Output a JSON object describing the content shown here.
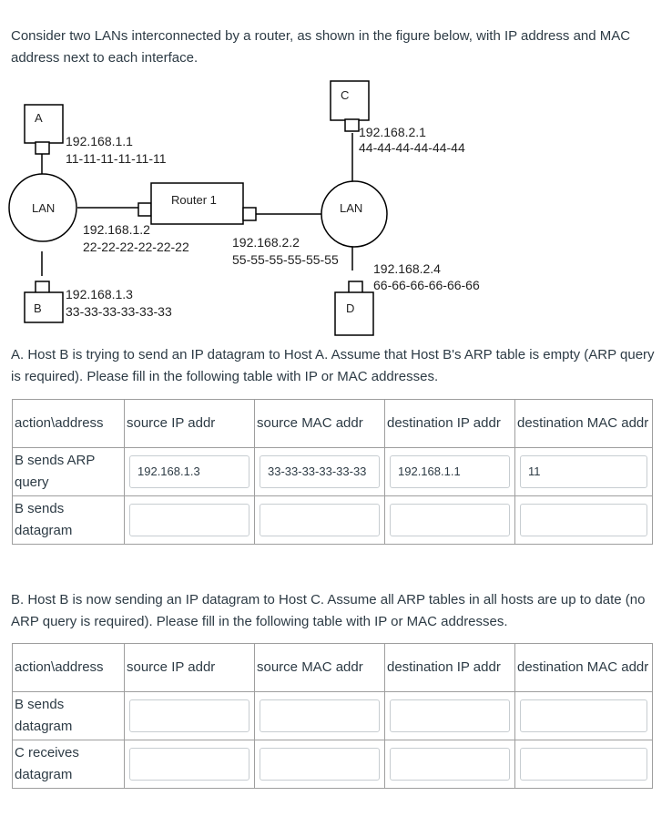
{
  "intro_text": "Consider two LANs interconnected by a router, as shown in the figure below, with IP address and MAC address next to each interface.",
  "diagram": {
    "host_a": "A",
    "host_b": "B",
    "host_c": "C",
    "host_d": "D",
    "lan_left": "LAN",
    "lan_right": "LAN",
    "router": "Router 1",
    "a_ip": "192.168.1.1",
    "a_mac": "11-11-11-11-11-11",
    "b_ip": "192.168.1.3",
    "b_mac": "33-33-33-33-33-33",
    "r1_ip": "192.168.1.2",
    "r1_mac": "22-22-22-22-22-22",
    "r2_ip": "192.168.2.2",
    "r2_mac": "55-55-55-55-55-55",
    "c_ip": "192.168.2.1",
    "c_mac": "44-44-44-44-44-44",
    "d_ip": "192.168.2.4",
    "d_mac": "66-66-66-66-66-66"
  },
  "part_a": {
    "text": "A. Host B is trying to send an IP datagram to Host A. Assume that Host B's ARP table is empty (ARP query is required). Please fill in the following table with IP or MAC addresses.",
    "headers": [
      "action\\address",
      "source IP addr",
      "source MAC addr",
      "destination IP addr",
      "destination MAC addr"
    ],
    "rows": [
      {
        "action": "B sends ARP query",
        "values": [
          "192.168.1.3",
          "33-33-33-33-33-33",
          "192.168.1.1",
          "11"
        ]
      },
      {
        "action": "B sends datagram",
        "values": [
          "",
          "",
          "",
          ""
        ]
      }
    ]
  },
  "part_b": {
    "text": "B. Host B is now sending an IP datagram to Host C. Assume all ARP tables in all hosts are up to date (no ARP query is required). Please fill in the following table with IP or MAC addresses.",
    "headers": [
      "action\\address",
      "source IP addr",
      "source MAC addr",
      "destination IP addr",
      "destination MAC addr"
    ],
    "rows": [
      {
        "action": "B sends datagram",
        "values": [
          "",
          "",
          "",
          ""
        ]
      },
      {
        "action": "C receives datagram",
        "values": [
          "",
          "",
          "",
          ""
        ]
      }
    ]
  }
}
